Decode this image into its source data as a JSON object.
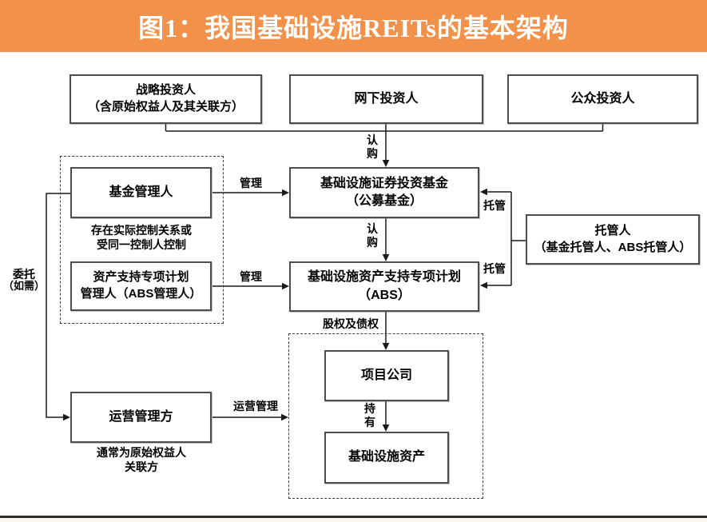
{
  "title": "图1：我国基础设施REITs的基本架构",
  "colors": {
    "header_bg": "#f2914a",
    "header_text": "#ffffff",
    "box_border": "#4d4d4d",
    "line": "#1a1a1a"
  },
  "nodes": {
    "strategic": {
      "line1": "战略投资人",
      "line2": "（含原始权益人及其关联方）"
    },
    "offline": {
      "line1": "网下投资人"
    },
    "public": {
      "line1": "公众投资人"
    },
    "fund_manager": {
      "line1": "基金管理人"
    },
    "fund": {
      "line1": "基础设施证券投资基金",
      "line2": "（公募基金）"
    },
    "custodian": {
      "line1": "托管人",
      "line2": "（基金托管人、ABS托管人）"
    },
    "abs_manager": {
      "line1": "资产支持专项计划",
      "line2": "管理人（ABS管理人）"
    },
    "abs": {
      "line1": "基础设施资产支持专项计划",
      "line2": "（ABS）"
    },
    "project_company": {
      "line1": "项目公司"
    },
    "infra_asset": {
      "line1": "基础设施资产"
    },
    "operator": {
      "line1": "运营管理方"
    }
  },
  "notes": {
    "control": {
      "line1": "存在实际控制关系或",
      "line2": "受同一控制人控制"
    },
    "operator": {
      "line1": "通常为原始权益人",
      "line2": "关联方"
    }
  },
  "edge_labels": {
    "subscribe_top": "认购",
    "subscribe_mid": "认购",
    "manage_fund": "管理",
    "manage_abs": "管理",
    "custody_fund": "托管",
    "custody_abs": "托管",
    "equity_debt": "股权及债权",
    "hold": "持有",
    "op_manage": "运营管理",
    "entrust": {
      "line1": "委托",
      "line2": "（如需）"
    }
  }
}
